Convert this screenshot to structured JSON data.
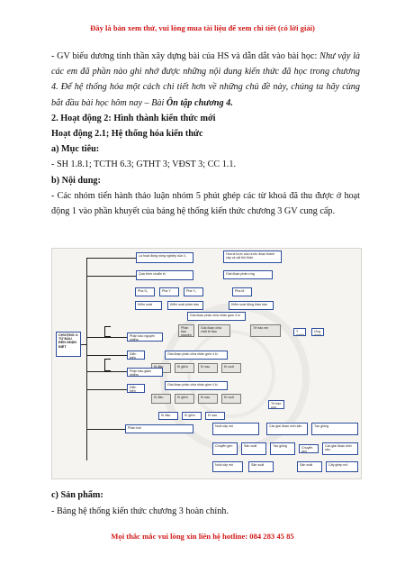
{
  "header_notice": "Đây là bản xem thử, vui lòng mua tài liệu để xem chi tiết (có lời giải)",
  "para1_plain": "- GV biểu dương tinh thần xây dựng bài của HS và dẫn dắt vào bài học: ",
  "para1_italic": "Như vậy là các em đã phần nào ghi nhớ được những nội dung kiến thức đã học trong chương 4. Để hệ thống hóa một cách chi tiết hơn về những chủ đề này, chúng ta hãy cùng bắt đầu bài học hôm nay – Bài ",
  "para1_bold": "Ôn tập chương 4.",
  "heading_activity": "2. Hoạt động 2: Hình thành kiến thức mới",
  "heading_sub": "Hoạt động 2.1; Hệ thống hóa kiến thức",
  "heading_goal": "a) Mục tiêu:",
  "goal_text": "- SH 1.8.1; TCTH 6.3; GTHT 3; VĐST 3; CC 1.1.",
  "heading_content": "b) Nội dung:",
  "content_text": "- Các nhóm tiến hành thảo luận nhóm 5 phút ghép các từ khoá đã thu được ở hoạt động 1 vào phần khuyết của bảng hệ thống kiến thức chương 3 GV cung cấp.",
  "diagram": {
    "root": "CHƯƠNG 4: TỪ ĐẦU ĐẾN NHẬN BIẾT",
    "b1": "Là hoạt động nông nghiệp của V₁",
    "b2": "Hoa là lược của nước đoạn thành cây và vật thô thân",
    "b3": "Quá trình chuẩn bị",
    "b4": "Giai đoạn phản ứng",
    "b5": "Pha S₁",
    "b6": "Pha Y",
    "b7": "Pha Y₂",
    "b8": "Pha M",
    "b9": "Kiểm soát",
    "b10": "Kiểm soát phân bào",
    "b11": "Kiểm soát động thần bào",
    "b12": "Giai đoạn phân chia nhân gồm 4 kì",
    "b13": "Giai đoạn chia chất tế bào",
    "b14": "Phân bào nguyên nhiễm",
    "b15": "Diễn biến",
    "b16": "Phân bào giảm nhiễm",
    "b17": "Kì đầu",
    "b18": "Kì giữa",
    "b19": "Kì sau",
    "b20": "Kì cuối",
    "b21": "Tế bào mẹ",
    "b22": "Tế bào con",
    "b23": "Ứng dụng",
    "b24": "Ý nghĩa",
    "b25": "Phân tích",
    "b26": "Nuôi cấy mô",
    "b27": "Các giai đoạn sinh sản",
    "b28": "Tạo giống",
    "b29": "Chuyển gen",
    "b30": "Sản xuất",
    "b31": "Cấy ghép mô"
  },
  "heading_product": "c) Sản phẩm:",
  "product_text": "- Bảng hệ thống kiến thức chương 3 hoàn chỉnh.",
  "footer_notice": "Mọi thắc mắc vui lòng xin liên hệ hotline: 084 283 45 85"
}
